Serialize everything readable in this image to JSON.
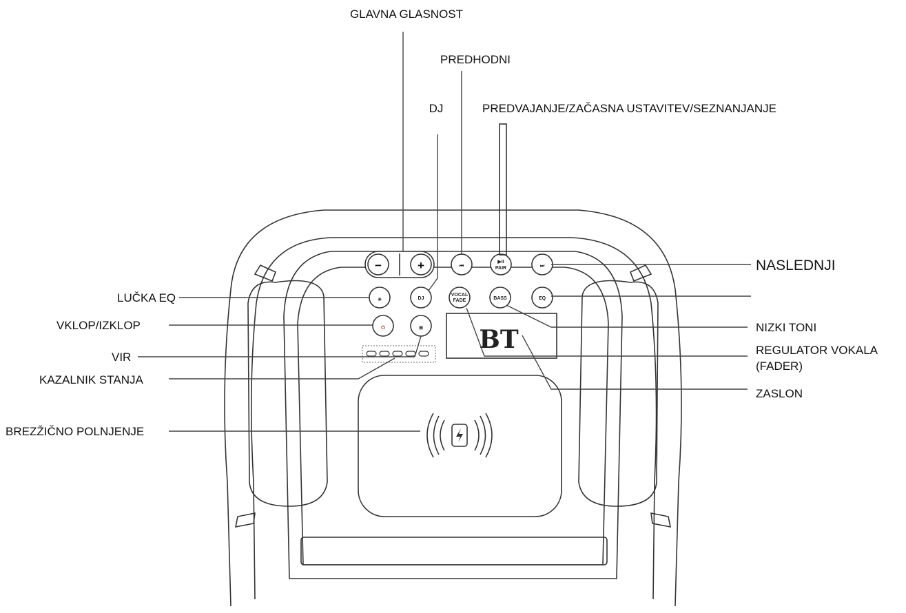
{
  "labels": {
    "master_volume": "GLAVNA GLASNOST",
    "previous": "PREDHODNI",
    "dj": "DJ",
    "play_pause_pair": "PREDVAJANJE/ZAČASNA USTAVITEV/SEZNANJANJE",
    "next": "NASLEDNJI",
    "light_eq": "LUČKA EQ",
    "power": "VKLOP/IZKLOP",
    "source": "VIR",
    "status_indicator": "KAZALNIK STANJA",
    "wireless_charging": "BREZŽIČNO POLNJENJE",
    "bass": "NIZKI TONI",
    "vocal_fader_line1": "REGULATOR VOKALA",
    "vocal_fader_line2": "(FADER)",
    "display": "ZASLON"
  },
  "buttons": {
    "minus": "−",
    "plus": "+",
    "prev": "⏮",
    "play_line1": "▶︎II",
    "play_line2": "PAIR",
    "next": "⏭",
    "light": "✳",
    "dj": "DJ",
    "vocal_fader_line1": "VOCAL",
    "vocal_fader_line2": "FADE",
    "bass": "BASS",
    "eq": "EQ",
    "power": "⏻",
    "source": "⊞"
  },
  "screen": {
    "text": "BT"
  },
  "icons": {
    "wireless_charge": "wireless-charging-icon",
    "power": "power-icon",
    "source": "source-icon",
    "light": "light-icon"
  }
}
